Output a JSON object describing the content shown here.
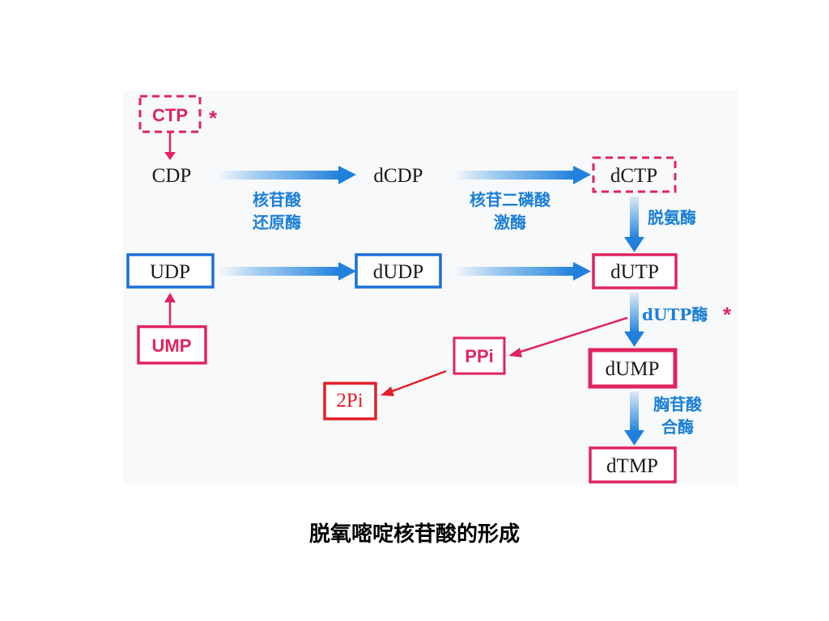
{
  "nodes": {
    "ctp": "CTP",
    "cdp": "CDP",
    "dcdp": "dCDP",
    "dctp": "dCTP",
    "udp": "UDP",
    "dudp": "dUDP",
    "dutp": "dUTP",
    "ump": "UMP",
    "ppi": "PPi",
    "dump": "dUMP",
    "two_pi": "2Pi",
    "dtmp": "dTMP"
  },
  "enzymes": {
    "ribonucleotide_reductase_line1": "核苷酸",
    "ribonucleotide_reductase_line2": "还原酶",
    "ndp_kinase_line1": "核苷二磷酸",
    "ndp_kinase_line2": "激酶",
    "deaminase": "脱氨酶",
    "dutpase": "dUTP酶",
    "thymidylate_synthase_line1": "胸苷酸",
    "thymidylate_synthase_line2": "合酶"
  },
  "markers": {
    "ctp_star": "*",
    "dutpase_star": "*"
  },
  "caption": "脱氧嘧啶核苷酸的形成",
  "colors": {
    "pink": "#e0245e",
    "blue": "#1b6fd8",
    "red": "#e21f26",
    "arrow_blue": "#2f8fe0"
  }
}
